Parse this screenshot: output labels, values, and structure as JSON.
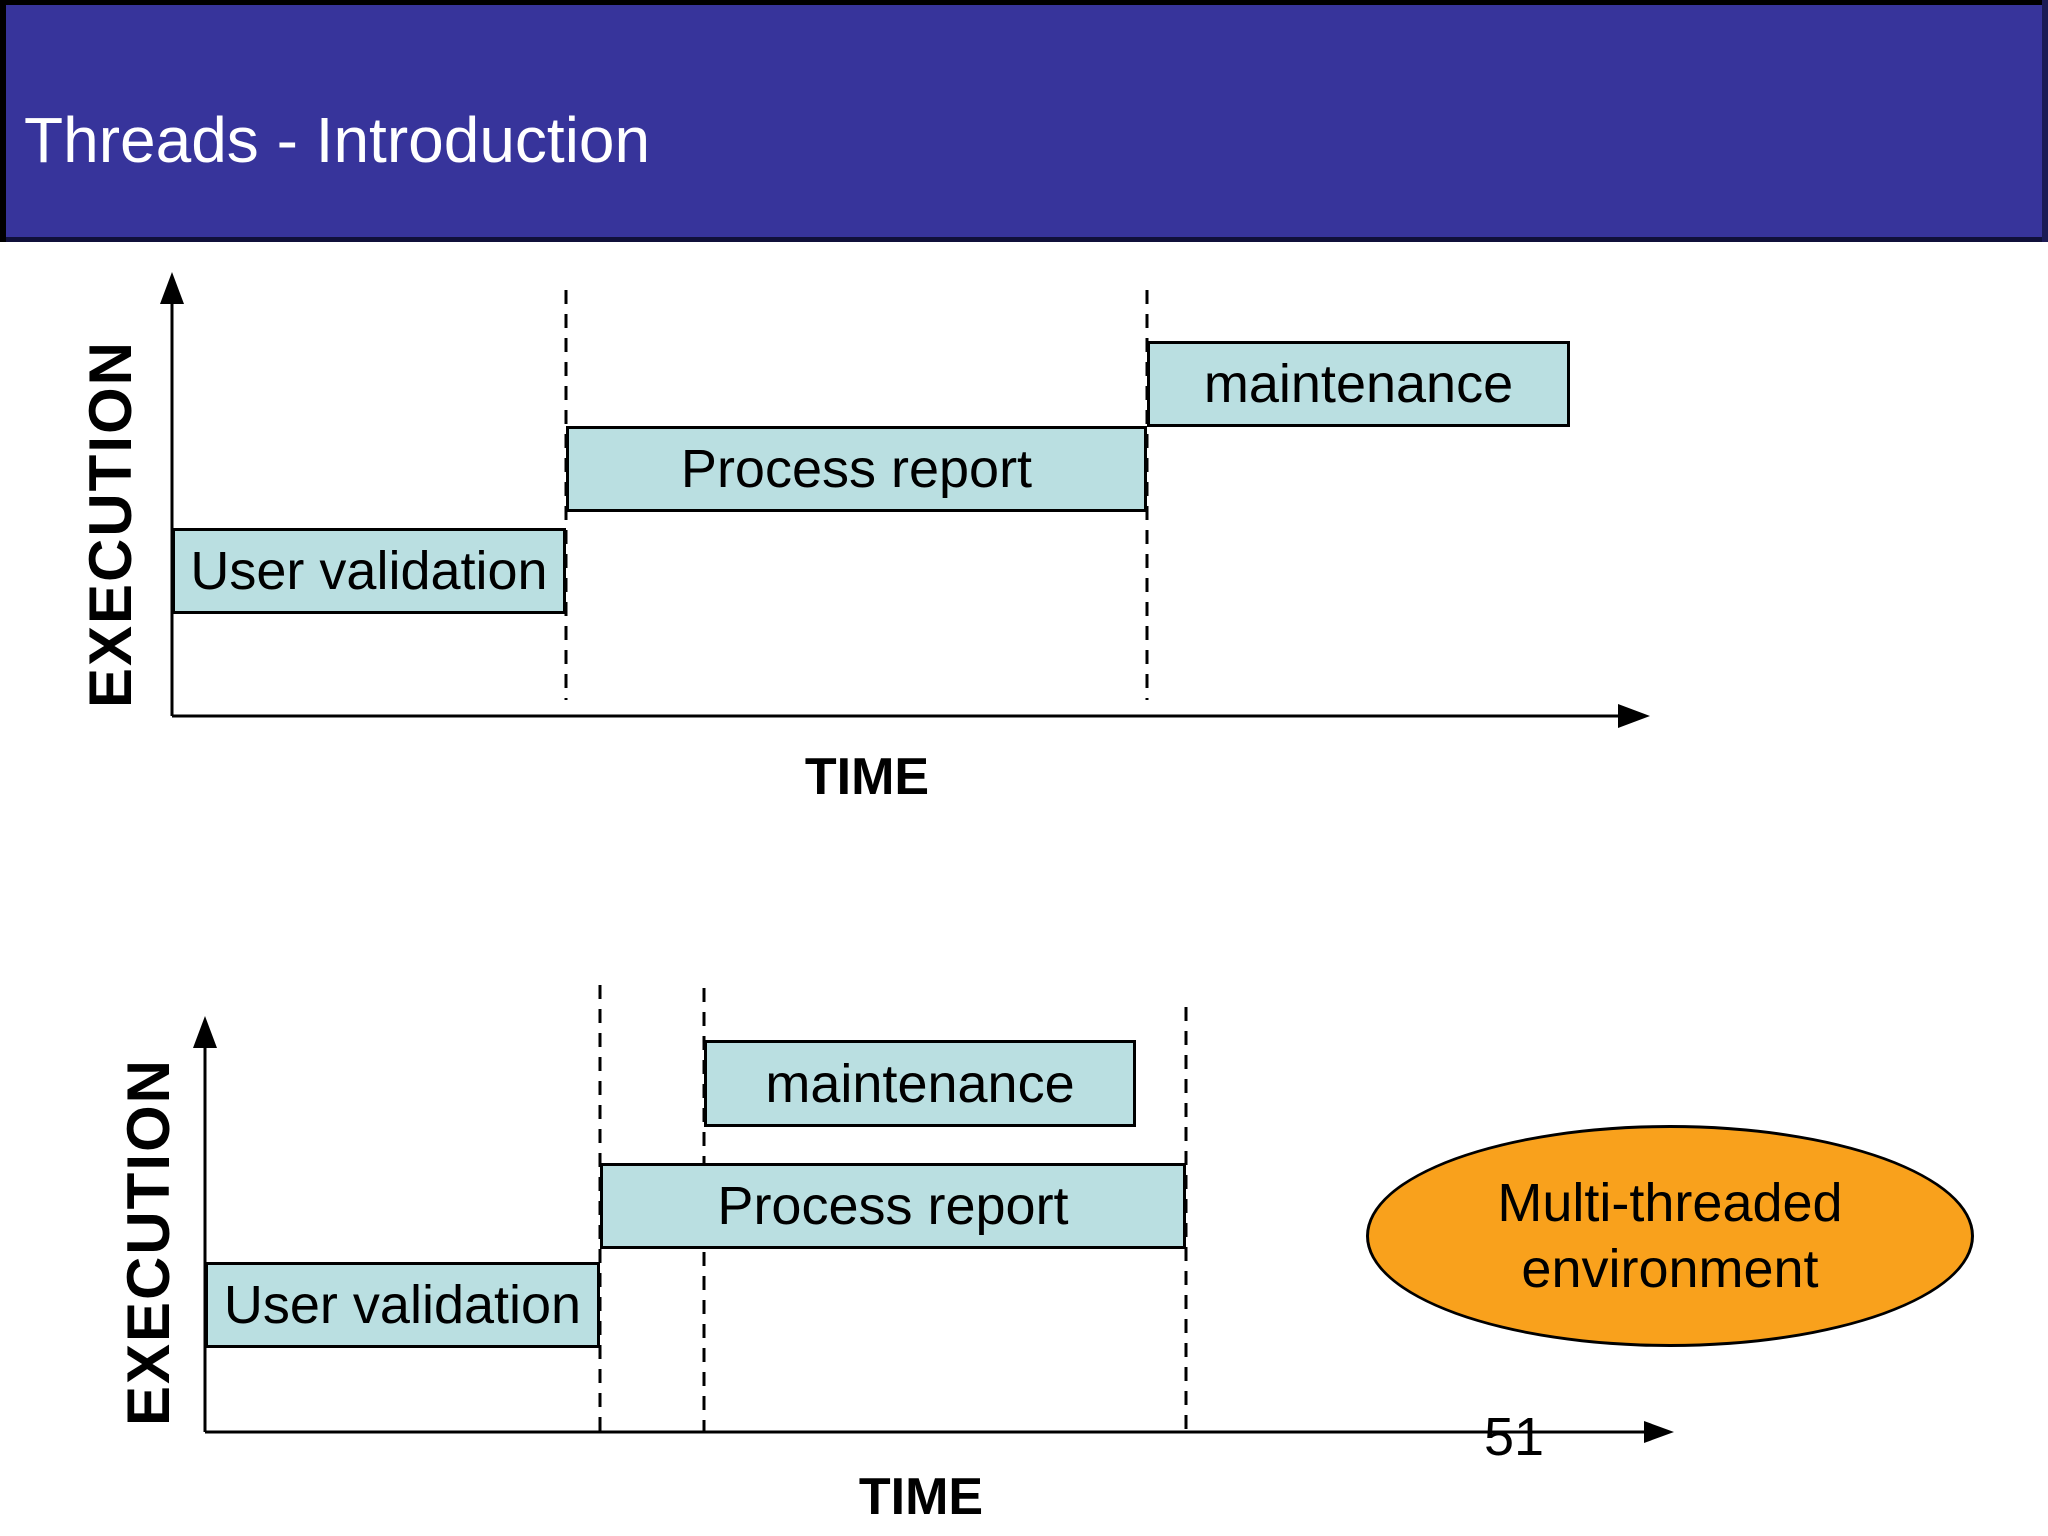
{
  "slide": {
    "title": "Threads - Introduction",
    "page_number": "51"
  },
  "colors": {
    "banner": "#37349B",
    "task_fill": "#BADFE1",
    "ellipse_fill": "#F9A11C",
    "title_text": "#FFFFFF",
    "diagram_text": "#000000"
  },
  "diagrams": [
    {
      "name": "single-threaded-timeline",
      "y_axis_label": "EXECUTION",
      "x_axis_label": "TIME",
      "tasks": [
        {
          "label": "User validation"
        },
        {
          "label": "Process report"
        },
        {
          "label": "maintenance"
        }
      ]
    },
    {
      "name": "multi-threaded-timeline",
      "y_axis_label": "EXECUTION",
      "x_axis_label": "TIME",
      "tasks": [
        {
          "label": "User validation"
        },
        {
          "label": "Process report"
        },
        {
          "label": "maintenance"
        }
      ]
    }
  ],
  "callout": {
    "line1": "Multi-threaded",
    "line2": "environment"
  }
}
